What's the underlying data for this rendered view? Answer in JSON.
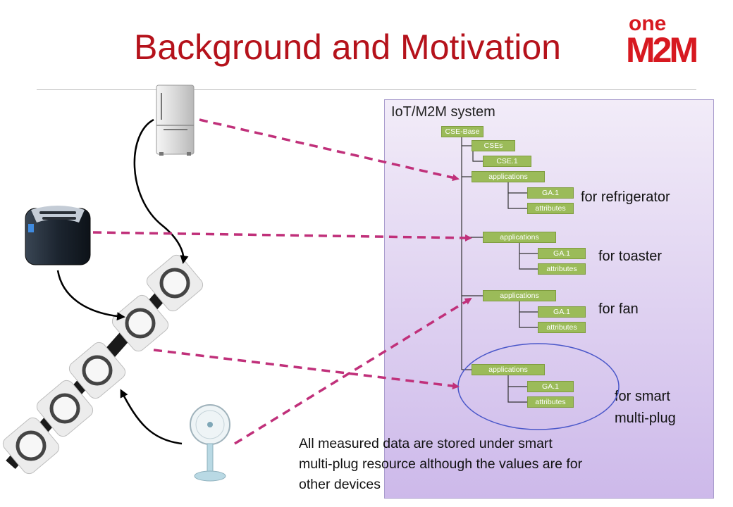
{
  "slide": {
    "title": "Background and Motivation",
    "accent_color": "#b5121b"
  },
  "logo": {
    "line1": "one",
    "line2": "M2M",
    "color": "#d71920"
  },
  "system": {
    "title": "IoT/M2M system",
    "tree": {
      "root": "CSE-Base",
      "cses": "CSEs",
      "cse1": "CSE.1",
      "groups": [
        {
          "applications": "applications",
          "ga": "GA.1",
          "attributes": "attributes",
          "label": "for refrigerator"
        },
        {
          "applications": "applications",
          "ga": "GA.1",
          "attributes": "attributes",
          "label": "for toaster"
        },
        {
          "applications": "applications",
          "ga": "GA.1",
          "attributes": "attributes",
          "label": "for fan"
        },
        {
          "applications": "applications",
          "ga": "GA.1",
          "attributes": "attributes",
          "label_line1": "for smart",
          "label_line2": "multi-plug"
        }
      ]
    },
    "node_color": "#9bbb59",
    "arrow_color": "#c0307a"
  },
  "devices": [
    "refrigerator-icon",
    "toaster-icon",
    "fan-icon",
    "multi-plug-icon"
  ],
  "note": {
    "line1": "All measured data are stored under smart",
    "line2": "multi-plug resource although the values are for",
    "line3": "other devices"
  }
}
